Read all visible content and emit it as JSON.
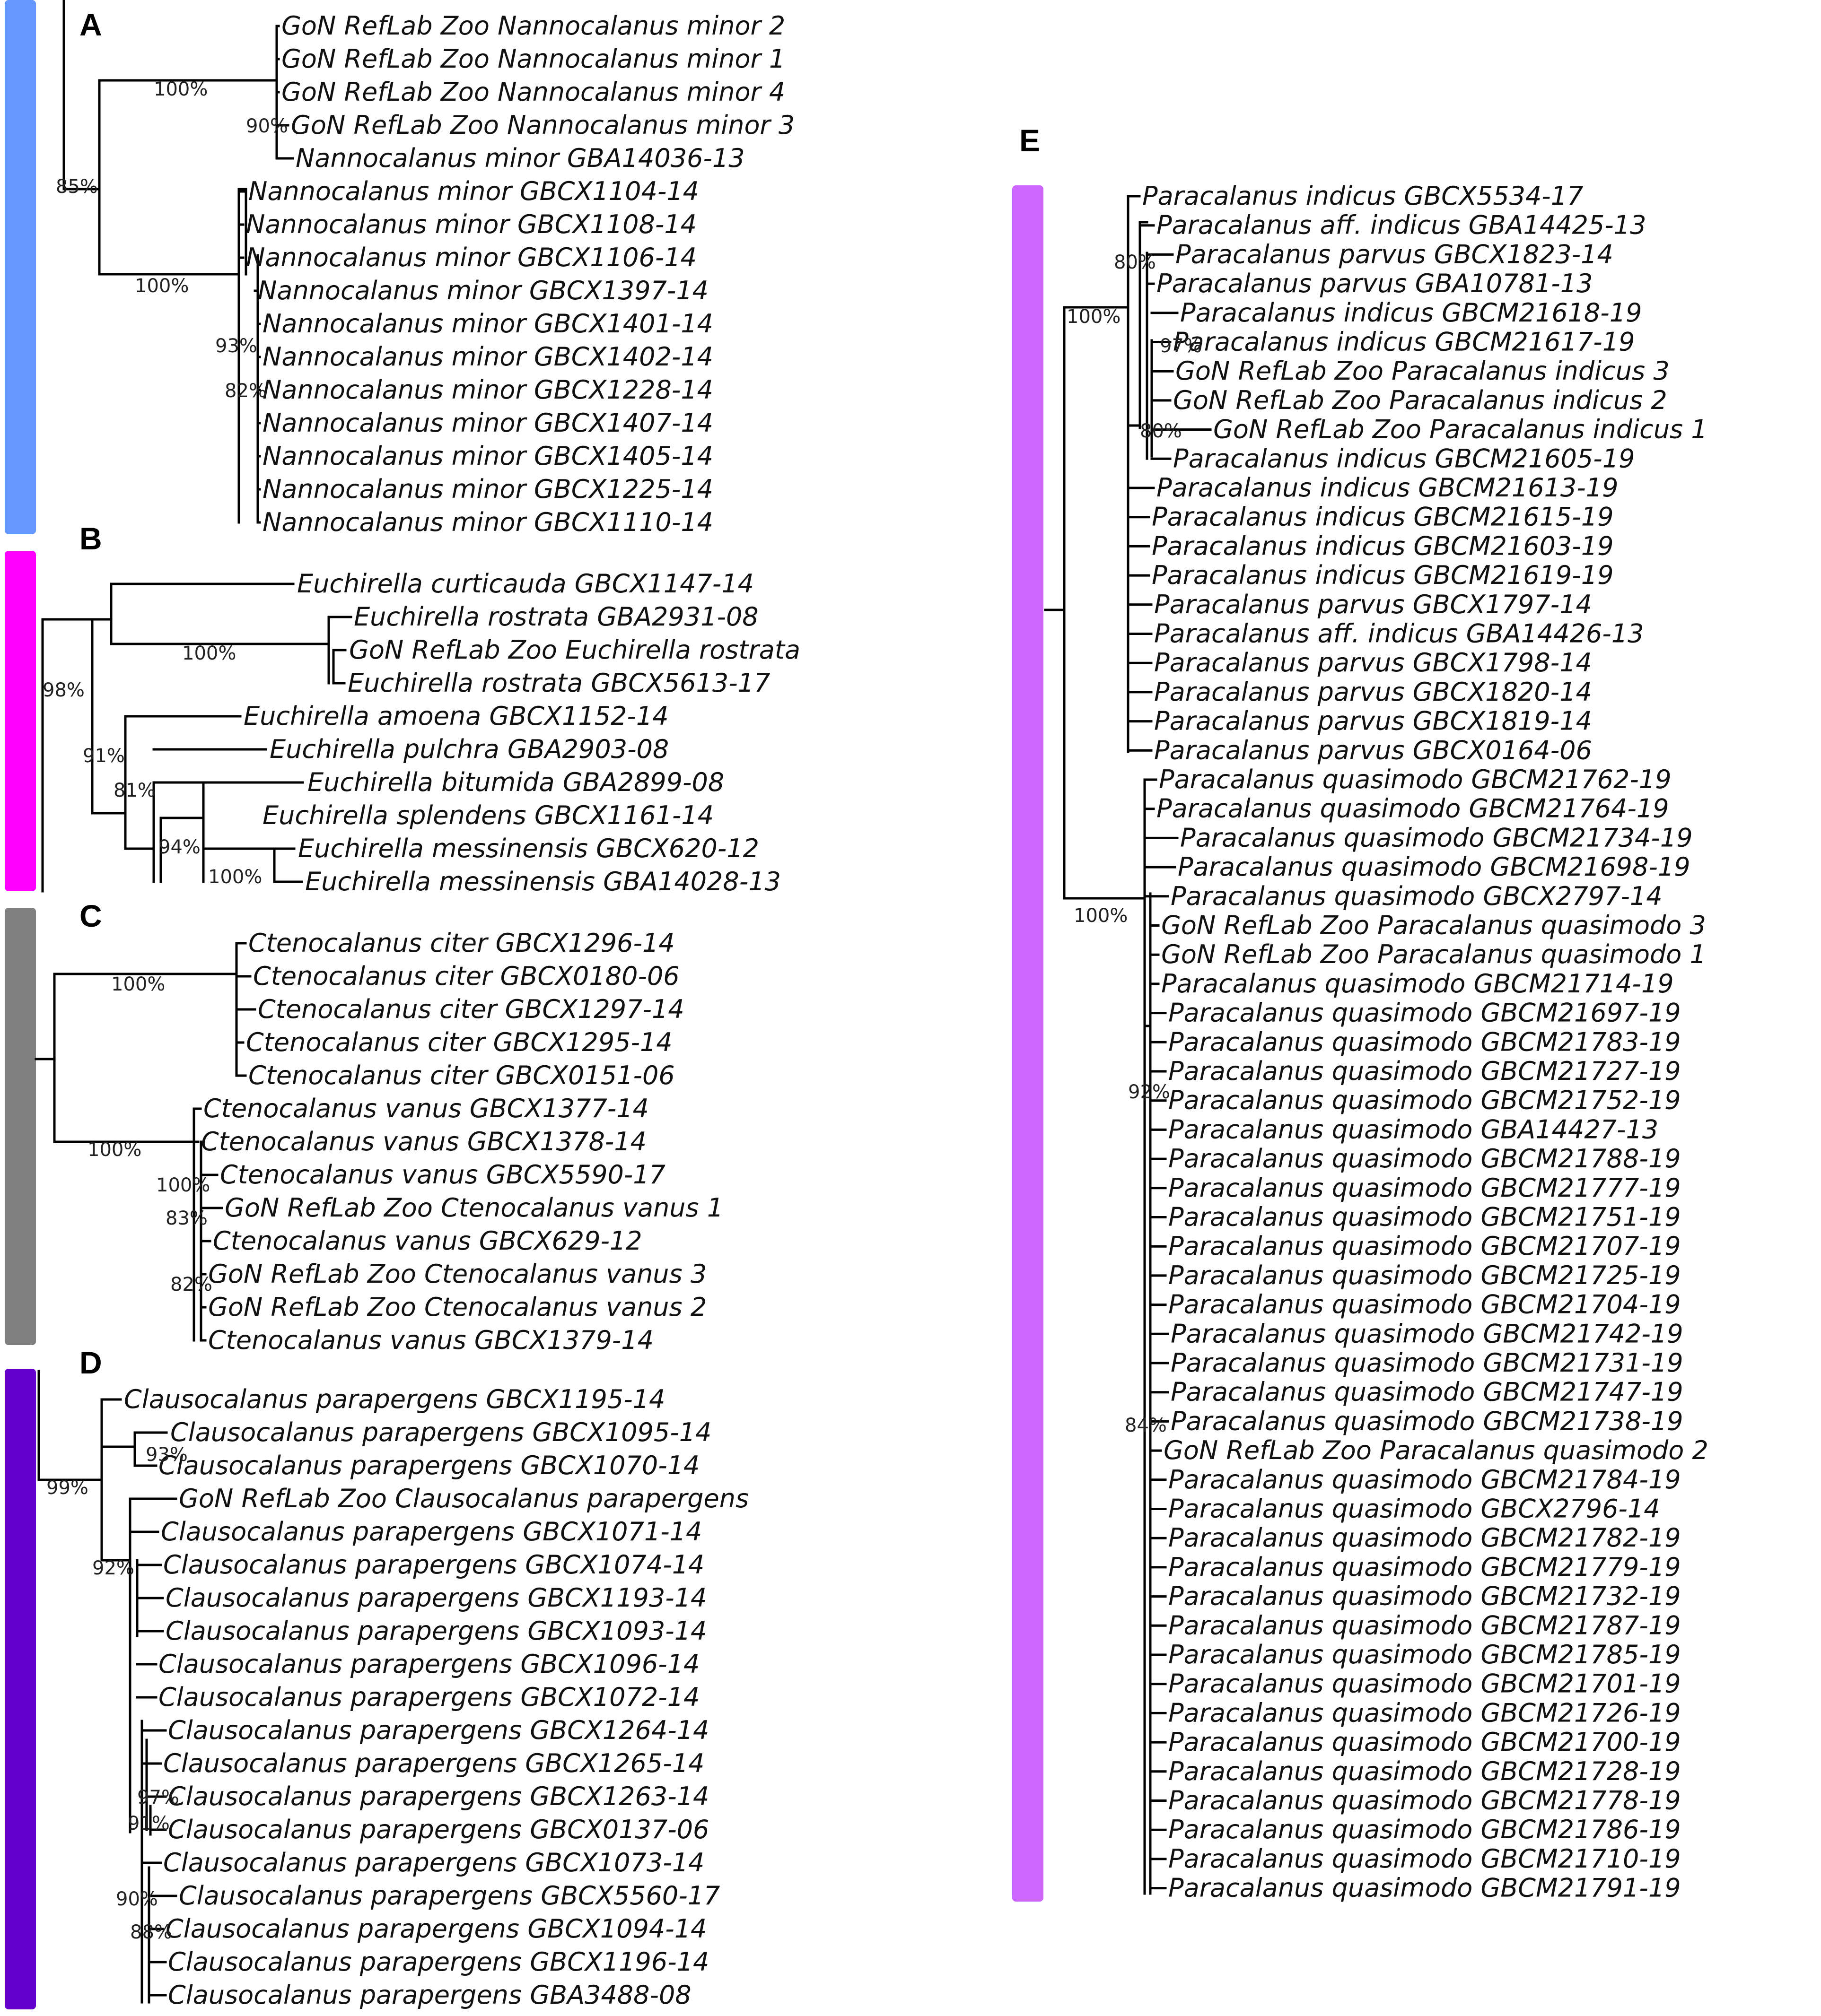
{
  "figure": {
    "panels": [
      {
        "letter": "A",
        "bar_color": "#6699ff",
        "taxa": [
          "GoN RefLab Zoo Nannocalanus minor 2",
          "GoN RefLab Zoo Nannocalanus minor 1",
          "GoN RefLab Zoo Nannocalanus minor 4",
          "GoN RefLab Zoo Nannocalanus minor 3",
          "Nannocalanus minor GBA14036-13",
          "Nannocalanus minor GBCX1104-14",
          "Nannocalanus minor GBCX1108-14",
          "Nannocalanus minor GBCX1106-14",
          "Nannocalanus minor GBCX1397-14",
          "Nannocalanus minor GBCX1401-14",
          "Nannocalanus minor GBCX1402-14",
          "Nannocalanus minor GBCX1228-14",
          "Nannocalanus minor GBCX1407-14",
          "Nannocalanus minor GBCX1405-14",
          "Nannocalanus minor GBCX1225-14",
          "Nannocalanus minor GBCX1110-14"
        ],
        "supports": [
          "100%",
          "90%",
          "85%",
          "100%",
          "93%",
          "82%"
        ]
      },
      {
        "letter": "B",
        "bar_color": "#ff00ff",
        "taxa": [
          "Euchirella curticauda GBCX1147-14",
          "Euchirella rostrata GBA2931-08",
          "GoN RefLab Zoo Euchirella rostrata",
          "Euchirella rostrata GBCX5613-17",
          "Euchirella amoena GBCX1152-14",
          "Euchirella pulchra GBA2903-08",
          "Euchirella bitumida GBA2899-08",
          "Euchirella splendens GBCX1161-14",
          "Euchirella messinensis GBCX620-12",
          "Euchirella messinensis GBA14028-13"
        ],
        "supports": [
          "100%",
          "98%",
          "91%",
          "81%",
          "94%",
          "100%"
        ]
      },
      {
        "letter": "C",
        "bar_color": "#808080",
        "taxa": [
          "Ctenocalanus citer GBCX1296-14",
          "Ctenocalanus citer GBCX0180-06",
          "Ctenocalanus citer GBCX1297-14",
          "Ctenocalanus citer GBCX1295-14",
          "Ctenocalanus citer GBCX0151-06",
          "Ctenocalanus vanus GBCX1377-14",
          "Ctenocalanus vanus GBCX1378-14",
          "Ctenocalanus vanus GBCX5590-17",
          "GoN RefLab Zoo Ctenocalanus vanus 1",
          "Ctenocalanus vanus GBCX629-12",
          "GoN RefLab Zoo Ctenocalanus vanus 3",
          "GoN RefLab Zoo Ctenocalanus vanus 2",
          "Ctenocalanus vanus GBCX1379-14"
        ],
        "supports": [
          "100%",
          "100%",
          "100%",
          "83%",
          "82%"
        ]
      },
      {
        "letter": "D",
        "bar_color": "#6600cc",
        "taxa": [
          "Clausocalanus parapergens GBCX1195-14",
          "Clausocalanus parapergens GBCX1095-14",
          "Clausocalanus parapergens GBCX1070-14",
          "GoN RefLab Zoo Clausocalanus parapergens",
          "Clausocalanus parapergens GBCX1071-14",
          "Clausocalanus parapergens GBCX1074-14",
          "Clausocalanus parapergens GBCX1193-14",
          "Clausocalanus parapergens GBCX1093-14",
          "Clausocalanus parapergens GBCX1096-14",
          "Clausocalanus parapergens GBCX1072-14",
          "Clausocalanus parapergens GBCX1264-14",
          "Clausocalanus parapergens GBCX1265-14",
          "Clausocalanus parapergens GBCX1263-14",
          "Clausocalanus parapergens GBCX0137-06",
          "Clausocalanus parapergens GBCX1073-14",
          "Clausocalanus parapergens GBCX5560-17",
          "Clausocalanus parapergens GBCX1094-14",
          "Clausocalanus parapergens GBCX1196-14",
          "Clausocalanus parapergens GBA3488-08"
        ],
        "supports": [
          "93%",
          "99%",
          "92%",
          "97%",
          "91%",
          "90%",
          "88%"
        ]
      },
      {
        "letter": "E",
        "bar_color": "#cc66ff",
        "taxa": [
          "Paracalanus indicus GBCX5534-17",
          "Paracalanus aff. indicus GBA14425-13",
          "Paracalanus parvus GBCX1823-14",
          "Paracalanus parvus GBA10781-13",
          "Paracalanus indicus GBCM21618-19",
          "Paracalanus indicus GBCM21617-19",
          "GoN RefLab Zoo Paracalanus indicus 3",
          "GoN RefLab Zoo Paracalanus indicus 2",
          "GoN RefLab Zoo Paracalanus indicus 1",
          "Paracalanus indicus GBCM21605-19",
          "Paracalanus indicus GBCM21613-19",
          "Paracalanus indicus GBCM21615-19",
          "Paracalanus indicus GBCM21603-19",
          "Paracalanus indicus GBCM21619-19",
          "Paracalanus parvus GBCX1797-14",
          "Paracalanus aff. indicus GBA14426-13",
          "Paracalanus parvus GBCX1798-14",
          "Paracalanus parvus GBCX1820-14",
          "Paracalanus parvus GBCX1819-14",
          "Paracalanus parvus GBCX0164-06",
          "Paracalanus quasimodo GBCM21762-19",
          "Paracalanus quasimodo GBCM21764-19",
          "Paracalanus quasimodo GBCM21734-19",
          "Paracalanus quasimodo GBCM21698-19",
          "Paracalanus quasimodo GBCX2797-14",
          "GoN RefLab Zoo Paracalanus quasimodo 3",
          "GoN RefLab Zoo Paracalanus quasimodo 1",
          "Paracalanus quasimodo GBCM21714-19",
          "Paracalanus quasimodo GBCM21697-19",
          "Paracalanus quasimodo GBCM21783-19",
          "Paracalanus quasimodo GBCM21727-19",
          "Paracalanus quasimodo GBCM21752-19",
          "Paracalanus quasimodo GBA14427-13",
          "Paracalanus quasimodo GBCM21788-19",
          "Paracalanus quasimodo GBCM21777-19",
          "Paracalanus quasimodo GBCM21751-19",
          "Paracalanus quasimodo GBCM21707-19",
          "Paracalanus quasimodo GBCM21725-19",
          "Paracalanus quasimodo GBCM21704-19",
          "Paracalanus quasimodo GBCM21742-19",
          "Paracalanus quasimodo GBCM21731-19",
          "Paracalanus quasimodo GBCM21747-19",
          "Paracalanus quasimodo GBCM21738-19",
          "GoN RefLab Zoo Paracalanus quasimodo 2",
          "Paracalanus quasimodo GBCM21784-19",
          "Paracalanus quasimodo GBCX2796-14",
          "Paracalanus quasimodo GBCM21782-19",
          "Paracalanus quasimodo GBCM21779-19",
          "Paracalanus quasimodo GBCM21732-19",
          "Paracalanus quasimodo GBCM21787-19",
          "Paracalanus quasimodo GBCM21785-19",
          "Paracalanus quasimodo GBCM21701-19",
          "Paracalanus quasimodo GBCM21726-19",
          "Paracalanus quasimodo GBCM21700-19",
          "Paracalanus quasimodo GBCM21728-19",
          "Paracalanus quasimodo GBCM21778-19",
          "Paracalanus quasimodo GBCM21786-19",
          "Paracalanus quasimodo GBCM21710-19",
          "Paracalanus quasimodo GBCM21791-19"
        ],
        "supports": [
          "80%",
          "100%",
          "97%",
          "80%",
          "100%",
          "92%",
          "84%"
        ]
      }
    ]
  }
}
